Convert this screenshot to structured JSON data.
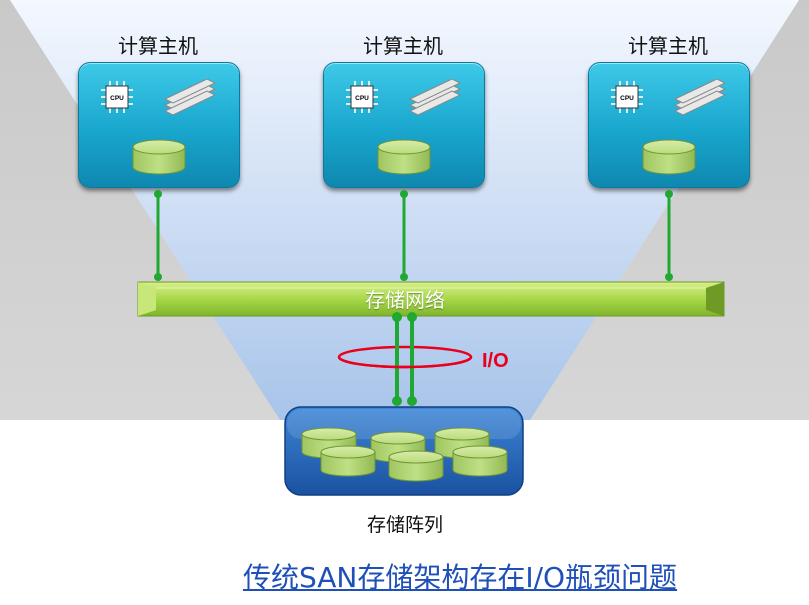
{
  "hosts": [
    {
      "label": "计算主机",
      "cpu_text": "CPU"
    },
    {
      "label": "计算主机",
      "cpu_text": "CPU"
    },
    {
      "label": "计算主机",
      "cpu_text": "CPU"
    }
  ],
  "network": {
    "label": "存储网络"
  },
  "bottleneck": {
    "label": "I/O"
  },
  "storage_array": {
    "label": "存储阵列"
  },
  "caption": "传统SAN存储架构存在I/O瓶颈问题",
  "colors": {
    "host_box": "#1ba8cf",
    "network_bar": "#a8d84a",
    "storage_box": "#1f64b8",
    "disk": "#a9cf6b",
    "link_line": "#1fa832",
    "io_ring": "#e8001c",
    "caption_text": "#1f4fb8",
    "background_funnel": "#c8d8f0"
  }
}
